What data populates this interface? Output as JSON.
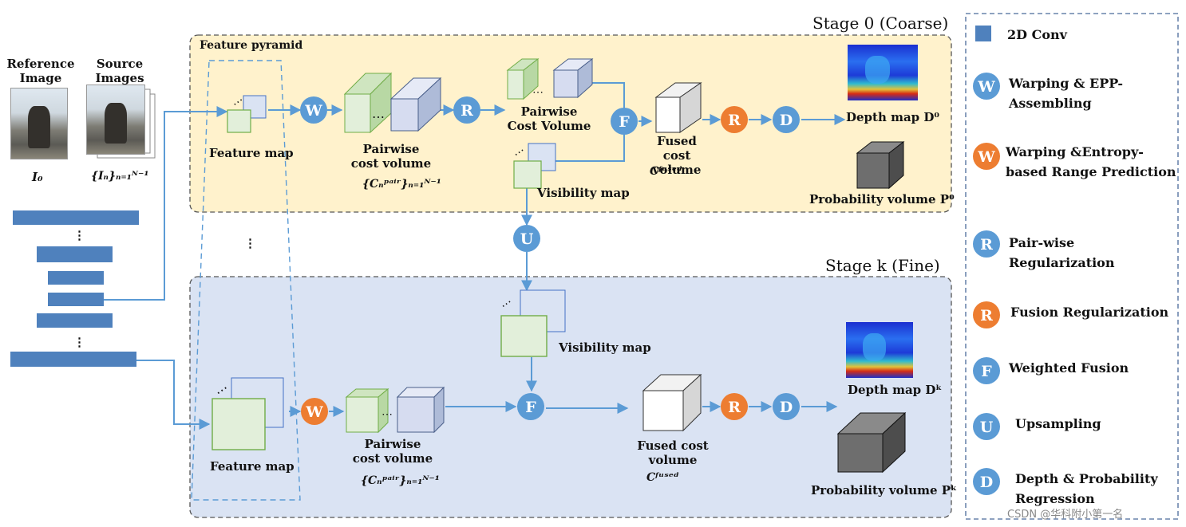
{
  "stage0": {
    "title": "Stage 0 (Coarse)"
  },
  "stagek": {
    "title": "Stage k (Fine)"
  },
  "left": {
    "reference_label": "Reference Image",
    "source_label": "Source Images",
    "ref_symbol": "I₀",
    "src_symbol": "{Iₙ}ₙ₌₁ᴺ⁻¹",
    "ellipsis": "⋮"
  },
  "top": {
    "feature_pyramid": "Feature pyramid",
    "feature_map": "Feature map",
    "pairwise_cost_volume": "Pairwise cost volume",
    "pairwise_formula": "{Cₙᵖᵃⁱʳ}ₙ₌₁ᴺ⁻¹",
    "pairwise_cost_volume_2": "Pairwise Cost Volume",
    "visibility_map": "Visibility map",
    "fused_cost_volume": "Fused cost volume",
    "fused_symbol": "Cᶠᵘˢᵉᵈ",
    "depth_map": "Depth map D⁰",
    "probability_volume": "Probability volume P⁰"
  },
  "bottom": {
    "feature_map": "Feature map",
    "pairwise_cost_volume": "Pairwise cost volume",
    "pairwise_formula": "{Cₙᵖᵃⁱʳ}ₙ₌₁ᴺ⁻¹",
    "visibility_map": "Visibility map",
    "fused_cost_volume": "Fused cost volume",
    "fused_symbol": "Cᶠᵘˢᵉᵈ",
    "depth_map": "Depth map Dᵏ",
    "probability_volume": "Probability volume Pᵏ"
  },
  "nodes": {
    "W": "W",
    "R": "R",
    "F": "F",
    "D": "D",
    "U": "U"
  },
  "legend": {
    "conv": "2D Conv",
    "warp_epp": "Warping & EPP-Assembling",
    "warp_entropy": "Warping &Entropy-based Range Prediction",
    "pairwise_reg": "Pair-wise Regularization",
    "fusion_reg": "Fusion Regularization",
    "weighted_fusion": "Weighted Fusion",
    "upsampling": "Upsampling",
    "depth_prob": "Depth & Probability Regression"
  },
  "watermark": "CSDN @华科附小第一名",
  "colors": {
    "blue_node": "#5b9bd5",
    "orange_node": "#ed7d31",
    "stage0_fill": "#fff2cc",
    "stagek_fill": "#dae3f3",
    "conv_fill": "#4f81bd",
    "arrow": "#5b9bd5",
    "green_fill": "#e2efda",
    "green_stroke": "#70ad47",
    "cube_blue": "#d6dcf0"
  }
}
